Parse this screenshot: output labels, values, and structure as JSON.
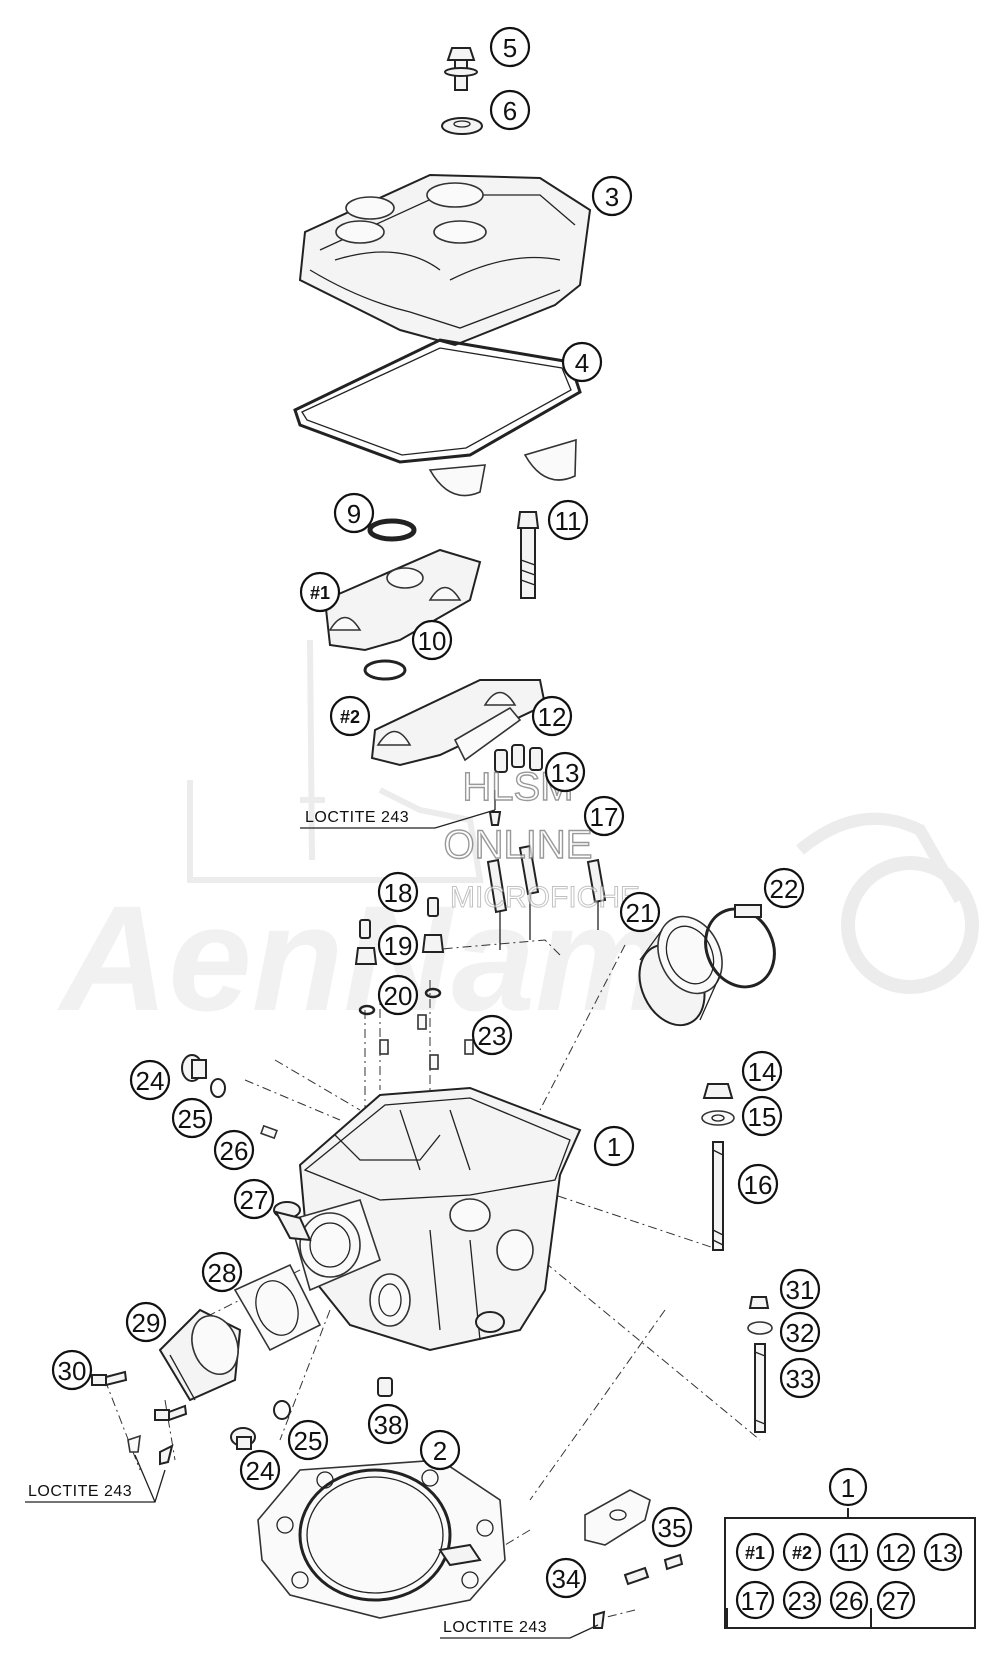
{
  "callouts": [
    {
      "id": "5",
      "label": "5"
    },
    {
      "id": "6",
      "label": "6"
    },
    {
      "id": "3",
      "label": "3"
    },
    {
      "id": "4",
      "label": "4"
    },
    {
      "id": "9",
      "label": "9"
    },
    {
      "id": "11",
      "label": "11"
    },
    {
      "id": "h1",
      "label": "#1"
    },
    {
      "id": "10",
      "label": "10"
    },
    {
      "id": "h2",
      "label": "#2"
    },
    {
      "id": "12",
      "label": "12"
    },
    {
      "id": "13",
      "label": "13"
    },
    {
      "id": "17",
      "label": "17"
    },
    {
      "id": "18",
      "label": "18"
    },
    {
      "id": "19",
      "label": "19"
    },
    {
      "id": "20",
      "label": "20"
    },
    {
      "id": "21",
      "label": "21"
    },
    {
      "id": "22",
      "label": "22"
    },
    {
      "id": "23",
      "label": "23"
    },
    {
      "id": "24a",
      "label": "24"
    },
    {
      "id": "25a",
      "label": "25"
    },
    {
      "id": "26",
      "label": "26"
    },
    {
      "id": "27",
      "label": "27"
    },
    {
      "id": "1",
      "label": "1"
    },
    {
      "id": "14",
      "label": "14"
    },
    {
      "id": "15",
      "label": "15"
    },
    {
      "id": "16",
      "label": "16"
    },
    {
      "id": "28",
      "label": "28"
    },
    {
      "id": "29",
      "label": "29"
    },
    {
      "id": "30",
      "label": "30"
    },
    {
      "id": "31",
      "label": "31"
    },
    {
      "id": "32",
      "label": "32"
    },
    {
      "id": "33",
      "label": "33"
    },
    {
      "id": "38",
      "label": "38"
    },
    {
      "id": "25b",
      "label": "25"
    },
    {
      "id": "24b",
      "label": "24"
    },
    {
      "id": "2",
      "label": "2"
    },
    {
      "id": "35",
      "label": "35"
    },
    {
      "id": "34",
      "label": "34"
    }
  ],
  "notes": {
    "loctite_1": "LOCTITE 243",
    "loctite_2": "LOCTITE 243",
    "loctite_3": "LOCTITE 243"
  },
  "kit": {
    "label": "1",
    "row1": [
      "#1",
      "#2",
      "11",
      "12",
      "13"
    ],
    "row2": [
      "17",
      "23",
      "26",
      "27"
    ]
  },
  "watermark": {
    "line1": "HLSM",
    "line2": "ONLINE",
    "line3": "MICROFICHE",
    "brand": "AenNam"
  }
}
